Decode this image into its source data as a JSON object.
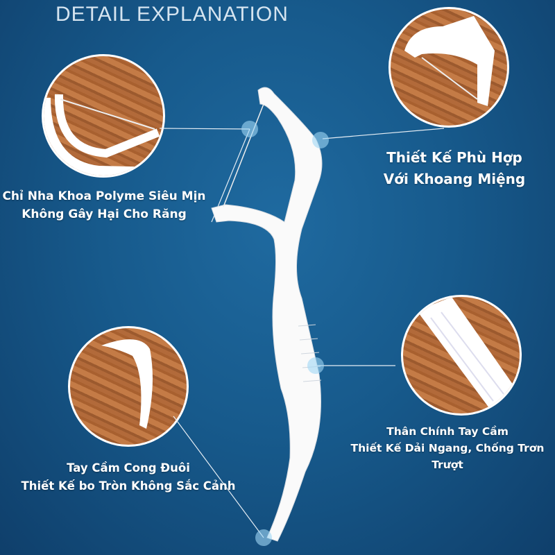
{
  "header": {
    "title": "DETAIL EXPLANATION"
  },
  "callouts": {
    "floss": {
      "line1": "Chỉ Nha Khoa Polyme Siêu Mịn",
      "line2": "Không Gây Hại Cho Răng"
    },
    "fit": {
      "line1": "Thiết Kế Phù Hợp",
      "line2": "Với Khoang Miệng"
    },
    "handle": {
      "line1": "Thân Chính Tay Cầm",
      "line2": "Thiết Kế Dải Ngang, Chống Trơn Trượt"
    },
    "tail": {
      "line1": "Tay Cầm Cong Đuôi",
      "line2": "Thiết Kế bo Tròn Không Sắc Cảnh"
    }
  },
  "colors": {
    "background": "#175a8c",
    "text": "#ffffff"
  }
}
